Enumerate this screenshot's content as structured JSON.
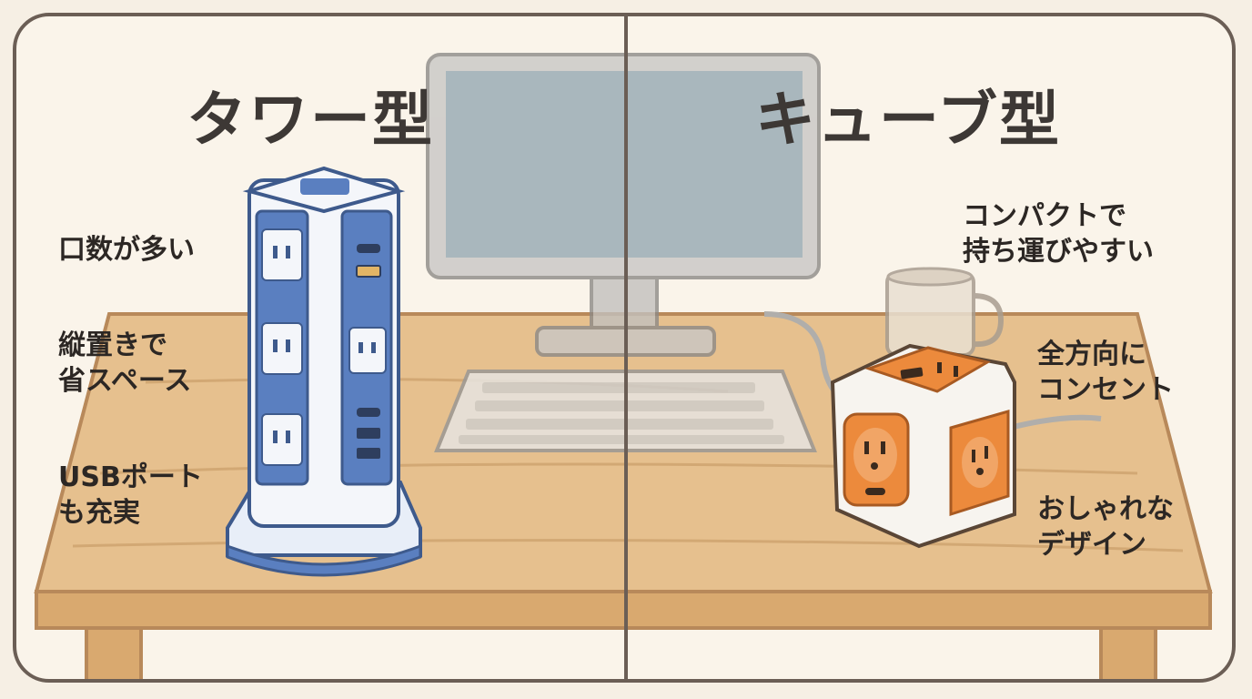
{
  "left": {
    "title": "タワー型",
    "features": [
      {
        "lines": [
          "口数が多い"
        ]
      },
      {
        "lines": [
          "縦置きで",
          "省スペース"
        ]
      },
      {
        "lines": [
          "USBポート",
          "も充実"
        ]
      }
    ]
  },
  "right": {
    "title": "キューブ型",
    "features": [
      {
        "lines": [
          "コンパクトで",
          "持ち運びやすい"
        ]
      },
      {
        "lines": [
          "全方向に",
          "コンセント"
        ]
      },
      {
        "lines": [
          "おしゃれな",
          "デザイン"
        ]
      }
    ]
  },
  "colors": {
    "tower_blue": "#5a7fc0",
    "cube_orange": "#ec8a3c",
    "desk_wood": "#e3bd8a",
    "frame": "#6b5e55"
  },
  "icons": [
    "desktop-monitor-icon",
    "keyboard-icon",
    "mug-icon",
    "tower-power-strip-icon",
    "cube-power-strip-icon"
  ]
}
